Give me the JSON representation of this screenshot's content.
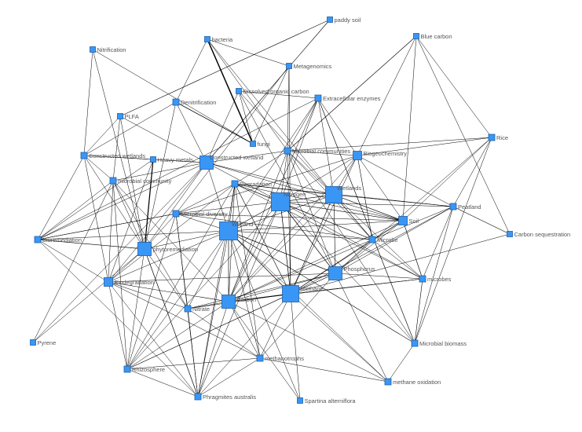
{
  "diagram": {
    "type": "keyword-cooccurrence-network",
    "colors": {
      "node_fill": "#3a96f5",
      "node_stroke": "#1d5fa8",
      "edge": "#000000",
      "label": "#555555",
      "background": "#ffffff"
    },
    "nodes": [
      {
        "id": "paddy_soil",
        "label": "paddy soil",
        "weight": 1
      },
      {
        "id": "blue_carbon",
        "label": "Blue carbon",
        "weight": 1
      },
      {
        "id": "bacteria",
        "label": "bacteria",
        "weight": 1
      },
      {
        "id": "nitrification",
        "label": "Nitrification",
        "weight": 1
      },
      {
        "id": "metagenomics",
        "label": "Metagenomics",
        "weight": 1
      },
      {
        "id": "doc",
        "label": "Dissolved organic carbon",
        "weight": 1
      },
      {
        "id": "denitrification",
        "label": "Denitrification",
        "weight": 2
      },
      {
        "id": "extracellular",
        "label": "Extracellular enzymes",
        "weight": 2
      },
      {
        "id": "plfa",
        "label": "PLFA",
        "weight": 1
      },
      {
        "id": "fungi",
        "label": "fungi",
        "weight": 1
      },
      {
        "id": "rice",
        "label": "Rice",
        "weight": 2
      },
      {
        "id": "microbial_communities",
        "label": "Microbial communities",
        "weight": 2
      },
      {
        "id": "biogeochemistry",
        "label": "Biogeochemistry",
        "weight": 3
      },
      {
        "id": "constructed_wetlands",
        "label": "Constructed wetlands",
        "weight": 2
      },
      {
        "id": "heavy_metals",
        "label": "Heavy metals",
        "weight": 1
      },
      {
        "id": "constructed_wetland",
        "label": "Constructed wetland",
        "weight": 4
      },
      {
        "id": "microbial_community",
        "label": "microbial community",
        "weight": 2
      },
      {
        "id": "degradation",
        "label": "Degradation",
        "weight": 2
      },
      {
        "id": "nitrogen",
        "label": "Nitrogen",
        "weight": 6
      },
      {
        "id": "wetlands",
        "label": "Wetlands",
        "weight": 5
      },
      {
        "id": "peatland",
        "label": "Peatland",
        "weight": 2
      },
      {
        "id": "microbial_diversity",
        "label": "Microbial diversity",
        "weight": 2
      },
      {
        "id": "soil",
        "label": "Soil",
        "weight": 3
      },
      {
        "id": "wetland",
        "label": "Wetland",
        "weight": 6
      },
      {
        "id": "carbon_sequestration",
        "label": "Carbon sequestration",
        "weight": 1
      },
      {
        "id": "bioremediation",
        "label": "Bioremediation",
        "weight": 2
      },
      {
        "id": "microbe",
        "label": "Microbe",
        "weight": 2
      },
      {
        "id": "phytoremediation",
        "label": "phytoremediation",
        "weight": 4
      },
      {
        "id": "phosphorus",
        "label": "Phosphorus",
        "weight": 4
      },
      {
        "id": "microbes",
        "label": "microbes",
        "weight": 2
      },
      {
        "id": "biodegradation",
        "label": "Biodegradation",
        "weight": 3
      },
      {
        "id": "methane",
        "label": "Methane",
        "weight": 5
      },
      {
        "id": "carbon",
        "label": "Carbon",
        "weight": 4
      },
      {
        "id": "nitrate",
        "label": "Nitrate",
        "weight": 2
      },
      {
        "id": "pyrene",
        "label": "Pyrene",
        "weight": 1
      },
      {
        "id": "microbial_biomass",
        "label": "Microbial biomass",
        "weight": 2
      },
      {
        "id": "methanotrophs",
        "label": "methanotrophs",
        "weight": 2
      },
      {
        "id": "rhizosphere",
        "label": "Rhizosphere",
        "weight": 2
      },
      {
        "id": "methane_oxidation",
        "label": "methane oxidation",
        "weight": 2
      },
      {
        "id": "phragmites",
        "label": "Phragmites australis",
        "weight": 2
      },
      {
        "id": "spartina",
        "label": "Spartina alterniflora",
        "weight": 1
      }
    ],
    "edges": [
      [
        "bacteria",
        "fungi",
        3
      ],
      [
        "heavy_metals",
        "phytoremediation",
        2.5
      ],
      [
        "denitrification",
        "fungi",
        1.5
      ],
      [
        "paddy_soil",
        "plfa",
        1.2
      ],
      [
        "paddy_soil",
        "constructed_wetland",
        1.2
      ],
      [
        "blue_carbon",
        "microbial_communities",
        1.3
      ],
      [
        "blue_carbon",
        "carbon_sequestration",
        1
      ],
      [
        "extracellular",
        "microbial_biomass",
        1.3
      ],
      [
        "biogeochemistry",
        "microbe",
        1.2
      ],
      [
        "biogeochemistry",
        "soil",
        1
      ],
      [
        "rice",
        "phosphorus",
        1
      ],
      [
        "peatland",
        "carbon_sequestration",
        1.2
      ],
      [
        "soil",
        "microbes",
        1.3
      ],
      [
        "microbes",
        "microbial_biomass",
        1.2
      ],
      [
        "nitrogen",
        "wetlands",
        1.3
      ],
      [
        "nitrogen",
        "methane",
        1.5
      ],
      [
        "nitrogen",
        "phosphorus",
        1.4
      ],
      [
        "nitrogen",
        "soil",
        1.2
      ],
      [
        "wetlands",
        "soil",
        1.3
      ],
      [
        "wetlands",
        "phosphorus",
        1.2
      ],
      [
        "wetlands",
        "microbe",
        1.2
      ],
      [
        "wetland",
        "methane",
        1.5
      ],
      [
        "wetland",
        "phosphorus",
        1.5
      ],
      [
        "wetland",
        "carbon",
        1.3
      ],
      [
        "wetland",
        "nitrogen",
        1.3
      ],
      [
        "wetland",
        "microbial_biomass",
        1.2
      ],
      [
        "carbon",
        "methane",
        1.5
      ],
      [
        "methane",
        "microbe",
        1.2
      ],
      [
        "phytoremediation",
        "bioremediation",
        1.3
      ],
      [
        "phytoremediation",
        "phragmites",
        1.4
      ],
      [
        "biodegradation",
        "carbon",
        1.2
      ],
      [
        "constructed_wetland",
        "phytoremediation",
        1
      ],
      [
        "degradation",
        "methane",
        1.2
      ],
      [
        "wetlands",
        "methane",
        1.2
      ],
      [
        "wetlands",
        "microbes",
        1
      ],
      [
        "nitrogen",
        "microbe",
        1
      ],
      [
        "nitrogen",
        "microbes",
        1
      ],
      [
        "nitrogen",
        "degradation",
        1
      ],
      [
        "nitrogen",
        "microbial_communities",
        1
      ],
      [
        "nitrogen",
        "carbon",
        1
      ],
      [
        "nitrogen",
        "biogeochemistry",
        1
      ],
      [
        "nitrogen",
        "constructed_wetland",
        1
      ],
      [
        "nitrogen",
        "peatland",
        1
      ],
      [
        "nitrogen",
        "microbial_diversity",
        1
      ],
      [
        "nitrogen",
        "extracellular",
        1
      ],
      [
        "wetlands",
        "wetland",
        1
      ],
      [
        "wetlands",
        "biogeochemistry",
        1
      ],
      [
        "wetlands",
        "degradation",
        1
      ],
      [
        "wetlands",
        "peatland",
        1
      ],
      [
        "wetlands",
        "carbon",
        1
      ],
      [
        "wetlands",
        "microbial_communities",
        1
      ],
      [
        "wetlands",
        "extracellular",
        1
      ],
      [
        "wetland",
        "microbial_diversity",
        1
      ],
      [
        "wetland",
        "phytoremediation",
        1
      ],
      [
        "wetland",
        "biodegradation",
        1
      ],
      [
        "wetland",
        "nitrate",
        1
      ],
      [
        "wetland",
        "rhizosphere",
        1
      ],
      [
        "wetland",
        "methanotrophs",
        1
      ],
      [
        "wetland",
        "methane_oxidation",
        1
      ],
      [
        "wetland",
        "microbe",
        1
      ],
      [
        "wetland",
        "constructed_wetland",
        1
      ],
      [
        "wetland",
        "degradation",
        1
      ],
      [
        "wetland",
        "soil",
        1
      ],
      [
        "wetland",
        "bioremediation",
        1
      ],
      [
        "methane",
        "methanotrophs",
        1
      ],
      [
        "methane",
        "methane_oxidation",
        1
      ],
      [
        "methane",
        "spartina",
        1
      ],
      [
        "methane",
        "phosphorus",
        1
      ],
      [
        "methane",
        "biogeochemistry",
        1
      ],
      [
        "methane",
        "microbial_communities",
        1
      ],
      [
        "methane",
        "carbon_sequestration",
        1
      ],
      [
        "methane",
        "rhizosphere",
        1
      ],
      [
        "methane",
        "metagenomics",
        1
      ],
      [
        "methane",
        "peatland",
        1
      ],
      [
        "phosphorus",
        "soil",
        1
      ],
      [
        "phosphorus",
        "microbes",
        1
      ],
      [
        "phosphorus",
        "microbe",
        1
      ],
      [
        "phosphorus",
        "biodegradation",
        1
      ],
      [
        "phosphorus",
        "carbon",
        1
      ],
      [
        "phosphorus",
        "peatland",
        1
      ],
      [
        "phosphorus",
        "microbial_communities",
        1
      ],
      [
        "carbon",
        "nitrate",
        1
      ],
      [
        "carbon",
        "methanotrophs",
        1
      ],
      [
        "carbon",
        "phragmites",
        1
      ],
      [
        "carbon",
        "spartina",
        1
      ],
      [
        "carbon",
        "rhizosphere",
        1
      ],
      [
        "carbon",
        "microbial_community",
        1
      ],
      [
        "carbon",
        "microbe",
        1
      ],
      [
        "carbon",
        "degradation",
        1
      ],
      [
        "phytoremediation",
        "constructed_wetlands",
        1
      ],
      [
        "phytoremediation",
        "microbial_community",
        1
      ],
      [
        "phytoremediation",
        "biodegradation",
        1
      ],
      [
        "phytoremediation",
        "rhizosphere",
        1
      ],
      [
        "phytoremediation",
        "pyrene",
        1
      ],
      [
        "phytoremediation",
        "denitrification",
        1
      ],
      [
        "phytoremediation",
        "microbial_diversity",
        1
      ],
      [
        "phytoremediation",
        "nitrate",
        1
      ],
      [
        "biodegradation",
        "bioremediation",
        1
      ],
      [
        "biodegradation",
        "rhizosphere",
        1
      ],
      [
        "biodegradation",
        "phragmites",
        1
      ],
      [
        "biodegradation",
        "microbial_community",
        1
      ],
      [
        "biodegradation",
        "constructed_wetland",
        1
      ],
      [
        "biodegradation",
        "methanotrophs",
        1
      ],
      [
        "constructed_wetland",
        "denitrification",
        1
      ],
      [
        "constructed_wetland",
        "constructed_wetlands",
        1
      ],
      [
        "constructed_wetland",
        "microbial_community",
        1
      ],
      [
        "constructed_wetland",
        "plfa",
        1
      ],
      [
        "constructed_wetland",
        "bioremediation",
        1
      ],
      [
        "constructed_wetland",
        "microbial_communities",
        1
      ],
      [
        "constructed_wetland",
        "doc",
        1
      ],
      [
        "constructed_wetland",
        "wetlands",
        1
      ],
      [
        "constructed_wetland",
        "soil",
        1
      ],
      [
        "constructed_wetlands",
        "nitrification",
        1
      ],
      [
        "constructed_wetlands",
        "plfa",
        1
      ],
      [
        "constructed_wetlands",
        "microbial_community",
        1
      ],
      [
        "constructed_wetlands",
        "bioremediation",
        1
      ],
      [
        "constructed_wetlands",
        "biodegradation",
        1
      ],
      [
        "constructed_wetlands",
        "denitrification",
        1
      ],
      [
        "nitrification",
        "phytoremediation",
        1
      ],
      [
        "nitrification",
        "fungi",
        1
      ],
      [
        "plfa",
        "microbial_community",
        1
      ],
      [
        "plfa",
        "phytoremediation",
        1
      ],
      [
        "bacteria",
        "metagenomics",
        1
      ],
      [
        "bacteria",
        "denitrification",
        1
      ],
      [
        "bacteria",
        "microbial_communities",
        1
      ],
      [
        "bacteria",
        "wetlands",
        1
      ],
      [
        "metagenomics",
        "fungi",
        1
      ],
      [
        "metagenomics",
        "microbial_communities",
        1
      ],
      [
        "metagenomics",
        "microbial_diversity",
        1
      ],
      [
        "doc",
        "fungi",
        1
      ],
      [
        "doc",
        "wetlands",
        1
      ],
      [
        "doc",
        "extracellular",
        1
      ],
      [
        "doc",
        "phosphorus",
        1
      ],
      [
        "extracellular",
        "microbial_communities",
        1
      ],
      [
        "extracellular",
        "biogeochemistry",
        1
      ],
      [
        "extracellular",
        "wetland",
        1
      ],
      [
        "extracellular",
        "carbon",
        1
      ],
      [
        "extracellular",
        "bioremediation",
        1
      ],
      [
        "microbial_communities",
        "rice",
        1
      ],
      [
        "microbial_communities",
        "biogeochemistry",
        1
      ],
      [
        "microbial_communities",
        "carbon",
        1
      ],
      [
        "microbial_communities",
        "microbe",
        1
      ],
      [
        "microbial_communities",
        "degradation",
        1
      ],
      [
        "rice",
        "biogeochemistry",
        1
      ],
      [
        "rice",
        "peatland",
        1
      ],
      [
        "rice",
        "soil",
        1
      ],
      [
        "rice",
        "blue_carbon",
        1
      ],
      [
        "rice",
        "microbial_biomass",
        1
      ],
      [
        "biogeochemistry",
        "microbial_diversity",
        1
      ],
      [
        "biogeochemistry",
        "blue_carbon",
        1
      ],
      [
        "biogeochemistry",
        "peatland",
        1
      ],
      [
        "biogeochemistry",
        "carbon",
        1
      ],
      [
        "peatland",
        "microbes",
        1
      ],
      [
        "peatland",
        "microbial_biomass",
        1
      ],
      [
        "peatland",
        "microbe",
        1
      ],
      [
        "peatland",
        "degradation",
        1
      ],
      [
        "soil",
        "microbe",
        1
      ],
      [
        "soil",
        "degradation",
        1
      ],
      [
        "soil",
        "microbial_diversity",
        1
      ],
      [
        "soil",
        "methane",
        1
      ],
      [
        "soil",
        "carbon",
        1
      ],
      [
        "soil",
        "blue_carbon",
        1
      ],
      [
        "microbe",
        "microbes",
        1
      ],
      [
        "microbe",
        "degradation",
        1
      ],
      [
        "microbe",
        "microbial_diversity",
        1
      ],
      [
        "microbes",
        "carbon",
        1
      ],
      [
        "microbes",
        "methane",
        1
      ],
      [
        "microbes",
        "degradation",
        1
      ],
      [
        "degradation",
        "microbial_diversity",
        1
      ],
      [
        "degradation",
        "biodegradation",
        1
      ],
      [
        "degradation",
        "methanotrophs",
        1
      ],
      [
        "degradation",
        "rhizosphere",
        1
      ],
      [
        "degradation",
        "phragmites",
        1
      ],
      [
        "microbial_diversity",
        "bioremediation",
        1
      ],
      [
        "microbial_diversity",
        "phragmites",
        1
      ],
      [
        "microbial_diversity",
        "nitrate",
        1
      ],
      [
        "microbial_diversity",
        "rhizosphere",
        1
      ],
      [
        "heavy_metals",
        "constructed_wetlands",
        1
      ],
      [
        "heavy_metals",
        "biodegradation",
        1
      ],
      [
        "heavy_metals",
        "bioremediation",
        1
      ],
      [
        "heavy_metals",
        "constructed_wetland",
        1
      ],
      [
        "microbial_community",
        "bioremediation",
        1
      ],
      [
        "microbial_community",
        "pyrene",
        1
      ],
      [
        "microbial_community",
        "nitrate",
        1
      ],
      [
        "microbial_community",
        "rhizosphere",
        1
      ],
      [
        "nitrate",
        "methanotrophs",
        1
      ],
      [
        "nitrate",
        "phragmites",
        1
      ],
      [
        "nitrate",
        "methane",
        1
      ],
      [
        "nitrate",
        "phosphorus",
        1
      ],
      [
        "nitrate",
        "biodegradation",
        1
      ],
      [
        "methanotrophs",
        "phragmites",
        1
      ],
      [
        "methanotrophs",
        "rhizosphere",
        1
      ],
      [
        "methanotrophs",
        "methane_oxidation",
        1
      ],
      [
        "methanotrophs",
        "phosphorus",
        1
      ],
      [
        "methane_oxidation",
        "phosphorus",
        1
      ],
      [
        "methane_oxidation",
        "microbial_biomass",
        1
      ],
      [
        "methane_oxidation",
        "carbon",
        1
      ],
      [
        "rhizosphere",
        "phragmites",
        1
      ],
      [
        "rhizosphere",
        "nitrogen",
        1
      ],
      [
        "rhizosphere",
        "phosphorus",
        1
      ],
      [
        "phragmites",
        "nitrogen",
        1
      ],
      [
        "phragmites",
        "wetland",
        1
      ],
      [
        "phragmites",
        "methane",
        1
      ],
      [
        "microbial_biomass",
        "microbial_communities",
        1
      ],
      [
        "microbial_biomass",
        "nitrogen",
        1
      ],
      [
        "spartina",
        "wetland",
        1
      ],
      [
        "pyrene",
        "constructed_wetland",
        1
      ],
      [
        "bioremediation",
        "phragmites",
        1
      ],
      [
        "bioremediation",
        "microbial_diversity",
        1
      ]
    ]
  }
}
